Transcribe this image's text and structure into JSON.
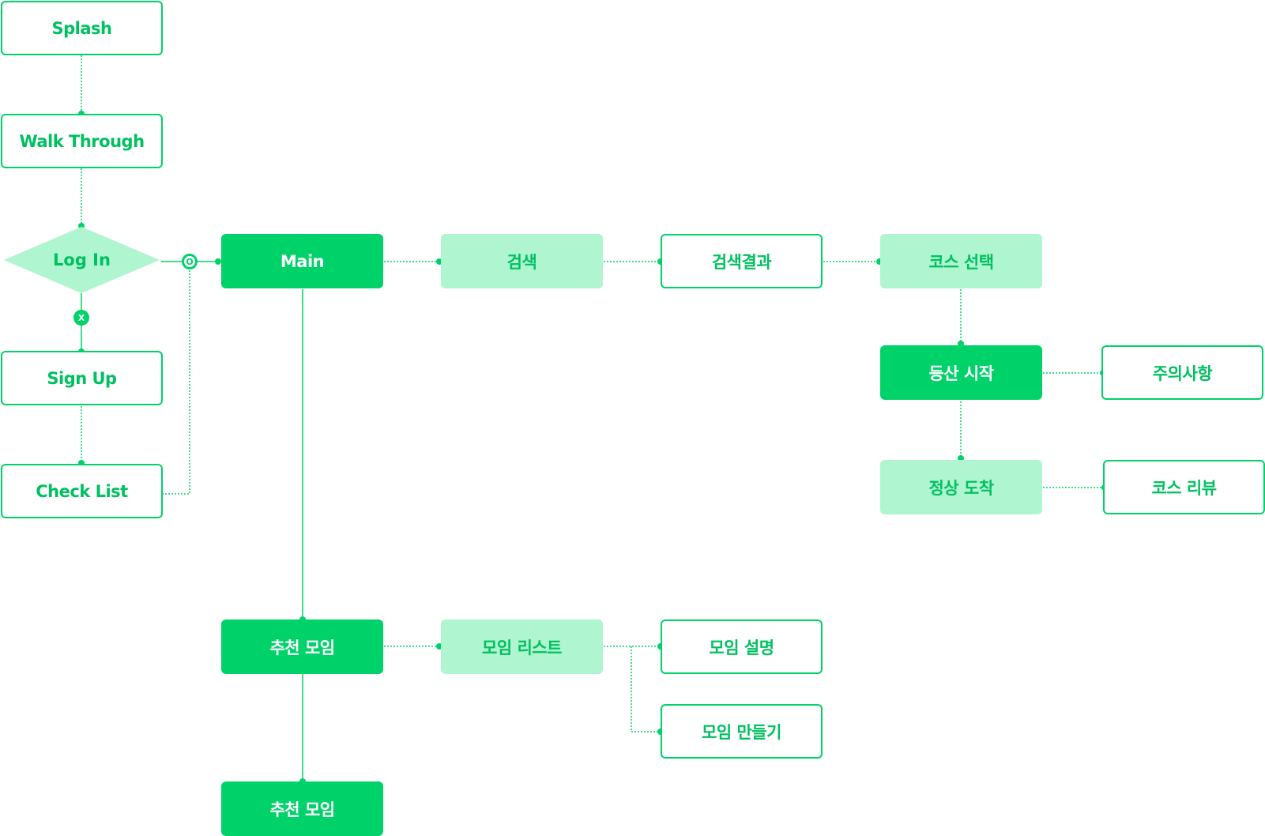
{
  "colors": {
    "accent": "#00d26a",
    "light_fill": "#aef5d0",
    "text_accent": "#00c060"
  },
  "nodes": {
    "splash": "Splash",
    "walk_through": "Walk Through",
    "log_in": "Log In",
    "sign_up": "Sign Up",
    "check_list": "Check List",
    "main": "Main",
    "search": "검색",
    "search_result": "검색결과",
    "course_select": "코스 선택",
    "hike_start": "등산 시작",
    "caution": "주의사항",
    "summit_arrival": "정상 도착",
    "course_review": "코스 리뷰",
    "recommended_meeting_1": "추천 모임",
    "meeting_list": "모임 리스트",
    "meeting_description": "모임 설명",
    "create_meeting": "모임 만들기",
    "recommended_meeting_2": "추천 모임"
  },
  "badges": {
    "yes": "O",
    "no": "X"
  }
}
